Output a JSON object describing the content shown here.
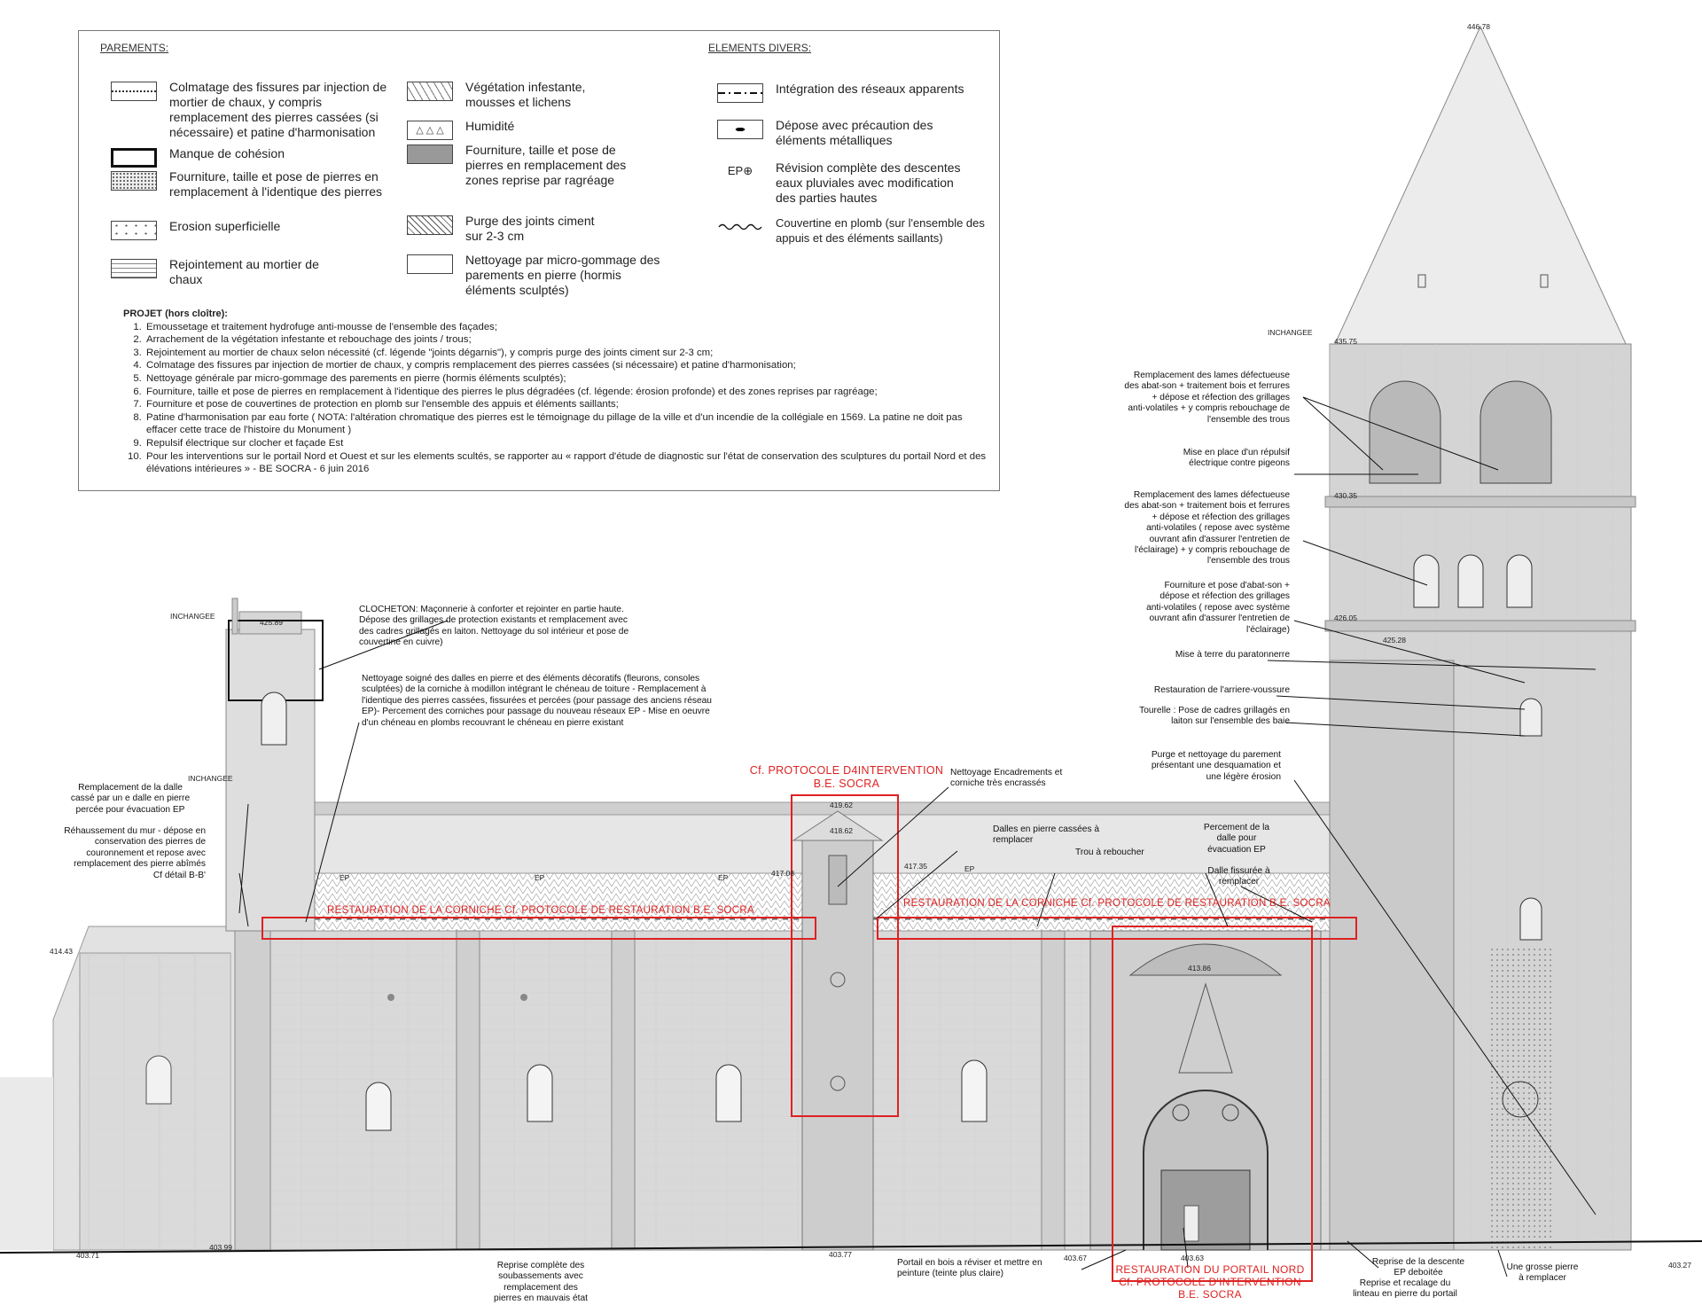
{
  "legend": {
    "parements_title": "PAREMENTS:",
    "divers_title": "ELEMENTS DIVERS:",
    "parements": [
      {
        "label": "Colmatage des fissures par injection de mortier de chaux, y compris remplacement des pierres cassées (si nécessaire) et patine d'harmonisation",
        "swatch": "fissures"
      },
      {
        "label": "Manque de cohésion",
        "swatch": "cohesion"
      },
      {
        "label": "Fourniture, taille et pose de pierres en remplacement à l'identique des pierres",
        "swatch": "fourniture"
      },
      {
        "label": "Erosion superficielle",
        "swatch": "erosion"
      },
      {
        "label": "Rejointement au mortier de chaux",
        "swatch": "rejointement"
      },
      {
        "label": "Végétation infestante, mousses et lichens",
        "swatch": "vegetation"
      },
      {
        "label": "Humidité",
        "swatch": "humidite",
        "glyph": "△ △ △"
      },
      {
        "label": "Fourniture, taille et pose de pierres en remplacement des zones reprise par ragréage",
        "swatch": "ragreage"
      },
      {
        "label": "Purge des joints ciment sur 2-3 cm",
        "swatch": "purge"
      },
      {
        "label": "Nettoyage par micro-gommage des parements en pierre (hormis éléments sculptés)",
        "swatch": "nettoyage"
      }
    ],
    "divers": [
      {
        "label": "Intégration des réseaux apparents",
        "swatch": "dashdot"
      },
      {
        "label": "Dépose avec précaution des éléments métalliques",
        "swatch": "dot"
      },
      {
        "label": "Révision complète des descentes eaux pluviales avec modification des parties hautes",
        "swatch": "ep",
        "glyph": "EP⊕"
      },
      {
        "label": "Couvertine en plomb (sur l'ensemble des appuis et des éléments saillants)",
        "swatch": "wave"
      }
    ],
    "projet_title": "PROJET (hors cloître):",
    "projet_items": [
      "Emoussetage et traitement hydrofuge anti-mousse de l'ensemble des façades;",
      "Arrachement de la végétation infestante et rebouchage des joints / trous;",
      "Rejointement au mortier de chaux selon nécessité (cf. légende \"joints dégarnis\"), y compris purge des joints ciment sur 2-3 cm;",
      "Colmatage des fissures par injection de mortier de chaux, y compris remplacement des pierres cassées (si nécessaire) et patine d'harmonisation;",
      "Nettoyage générale par micro-gommage des parements en pierre (hormis éléments sculptés);",
      "Fourniture, taille et pose de pierres en remplacement à l'identique des pierres le plus dégradées (cf. légende: érosion profonde) et des zones reprises par ragréage;",
      "Fourniture et pose de couvertines de protection en plomb sur l'ensemble des appuis et éléments saillants;",
      "Patine d'harmonisation par eau forte ( NOTA: l'altération chromatique des pierres est le témoignage du pillage de la ville et d'un incendie de la collégiale en 1569. La patine ne doit pas effacer cette trace de l'histoire du Monument )",
      "Repulsif électrique sur clocher et façade Est",
      "Pour les interventions sur le portail Nord et Ouest et sur les elements scultés, se rapporter au « rapport d'étude de diagnostic sur l'état de conservation des sculptures du portail Nord et des élévations intérieures » - BE SOCRA - 6 juin 2016"
    ]
  },
  "levels": {
    "l1": "446.78",
    "l2": "435.75",
    "l3": "430.35",
    "l4": "426.05",
    "l5": "425.28",
    "l6": "425.89",
    "l7": "419.62",
    "l8": "418.62",
    "l9": "417.08",
    "l10": "417.35",
    "l11": "414.43",
    "l12": "413.86",
    "l13": "403.71",
    "l14": "403.99",
    "l15": "403.77",
    "l16": "403.67",
    "l17": "403.63",
    "l18": "403.27"
  },
  "inchangee": "INCHANGEE",
  "ep": "EP",
  "red_labels": {
    "protocole_top": "Cf. PROTOCOLE D4INTERVENTION\nB.E. SOCRA",
    "corniche_left": "RESTAURATION DE LA CORNICHE Cf. PROTOCOLE DE RESTAURATION B.E. SOCRA",
    "corniche_right": "RESTAURATION DE LA CORNICHE Cf. PROTOCOLE DE RESTAURATION B.E. SOCRA",
    "portail": "RESTAURATION DU PORTAIL NORD\nCf. PROTOCOLE D'INTERVENTION\nB.E. SOCRA"
  },
  "annotations": {
    "clocheton": "CLOCHETON: Maçonnerie à conforter et rejointer en partie haute.\nDépose des grillages de protection existants et remplacement avec\ndes cadres grillagés en laiton. Nettoyage du sol intérieur et pose de\ncouvertine en cuivre)",
    "nettoyage_dalles": "Nettoyage soigné des dalles en pierre et des éléments décoratifs (fleurons, consoles\nsculptées) de la corniche à modillon intégrant le chéneau de toiture  - Remplacement à\nl'identique des pierres cassées, fissurées et percées (pour passage des anciens réseau\nEP)- Percement des corniches pour passage du nouveau réseaux EP - Mise en oeuvre\nd'un chéneau en plombs recouvrant le chéneau en pierre existant",
    "remplacement_dalle": "Remplacement de la dalle\ncassé par un e dalle en pierre\npercée pour évacuation EP",
    "rehaussement": "Réhaussement du mur - dépose en\nconservation des pierres de\ncouronnement et repose avec\nremplacement des pierre abîmés\nCf détail B-B'",
    "nettoyage_encadrements": "Nettoyage Encadrements et\ncorniche très encrassés",
    "dalles_cassees": "Dalles en pierre cassées à\nremplacer",
    "trou": "Trou à reboucher",
    "percement": "Percement  de la\ndalle pour\névacuation EP",
    "dalle_fissuree": "Dalle fissurée à\nremplacer",
    "lames1": "Remplacement des lames défectueuse\ndes abat-son + traitement bois et ferrures\n+ dépose et réfection des grillages\nanti-volatiles + y compris rebouchage de\nl'ensemble des trous",
    "repulsif": "Mise en place d'un répulsif\nélectrique contre  pigeons",
    "lames2": "Remplacement des lames défectueuse\ndes abat-son + traitement bois et ferrures\n+ dépose et réfection des grillages\nanti-volatiles ( repose avec système\nouvrant afin d'assurer l'entretien de\nl'éclairage) + y compris rebouchage de\nl'ensemble des trous",
    "fourniture_abat": "Fourniture et pose d'abat-son +\ndépose et réfection des grillages\nanti-volatiles ( repose avec système\nouvrant afin d'assurer l'entretien de\nl'éclairage)",
    "paratonnerre": "Mise à terre du paratonnerre",
    "arriere_voussure": "Restauration de l'arriere-voussure",
    "tourelle": "Tourelle : Pose de cadres grillagés en\nlaiton sur l'ensemble des baie",
    "purge": "Purge et nettoyage du parement\nprésentant une desquamation et\nune légère érosion",
    "reprise_soub": "Reprise complète des\nsoubassements avec\nremplacement des\npierres en mauvais état",
    "portail_bois": "Portail en bois a réviser et mettre en\npeinture (teinte plus claire)",
    "descente": "Reprise de la descente\nEP deboitée",
    "linteau": "Reprise et recalage du\nlinteau en pierre du portail",
    "grosse_pierre": "Une grosse pierre\nà remplacer"
  }
}
